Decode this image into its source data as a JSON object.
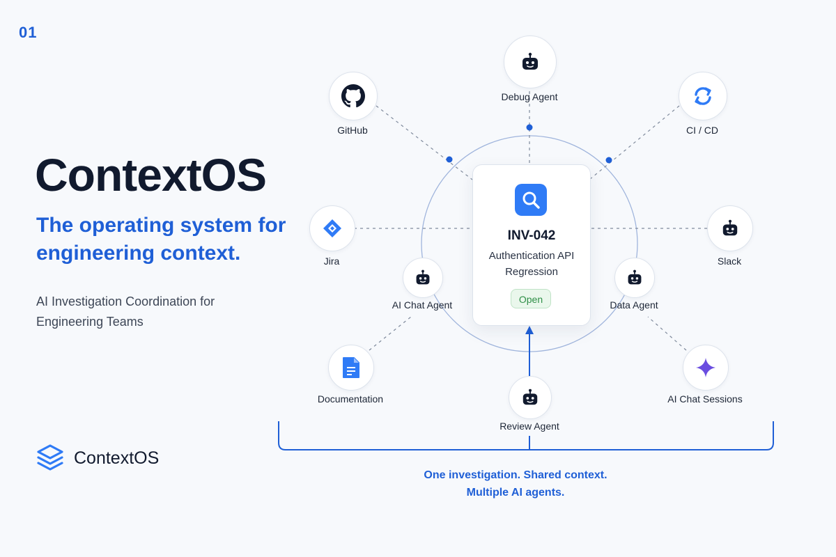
{
  "slide_number": "01",
  "brand": {
    "title": "ContextOS",
    "tagline": "The operating system for engineering context.",
    "subtitle": "AI Investigation Coordination for Engineering Teams",
    "footer_name": "ContextOS"
  },
  "center": {
    "id": "INV-042",
    "title": "Authentication API Regression",
    "status": "Open",
    "icon": "search-icon"
  },
  "nodes": {
    "debug_agent": {
      "label": "Debug Agent",
      "icon": "robot-icon"
    },
    "github": {
      "label": "GitHub",
      "icon": "github-icon"
    },
    "cicd": {
      "label": "CI / CD",
      "icon": "sync-icon"
    },
    "jira": {
      "label": "Jira",
      "icon": "jira-icon"
    },
    "slack": {
      "label": "Slack",
      "icon": "robot-icon"
    },
    "ai_chat_agent": {
      "label": "AI Chat Agent",
      "icon": "robot-icon"
    },
    "data_agent": {
      "label": "Data Agent",
      "icon": "robot-icon"
    },
    "documentation": {
      "label": "Documentation",
      "icon": "document-icon"
    },
    "review_agent": {
      "label": "Review Agent",
      "icon": "robot-icon"
    },
    "ai_chat_sessions": {
      "label": "AI Chat Sessions",
      "icon": "sparkle-icon"
    }
  },
  "bottom": {
    "line1": "One investigation. Shared context.",
    "line2": "Multiple AI agents."
  },
  "colors": {
    "accent": "#1f5fd6",
    "dark": "#111a2e",
    "status_green": "#2f8f47"
  }
}
